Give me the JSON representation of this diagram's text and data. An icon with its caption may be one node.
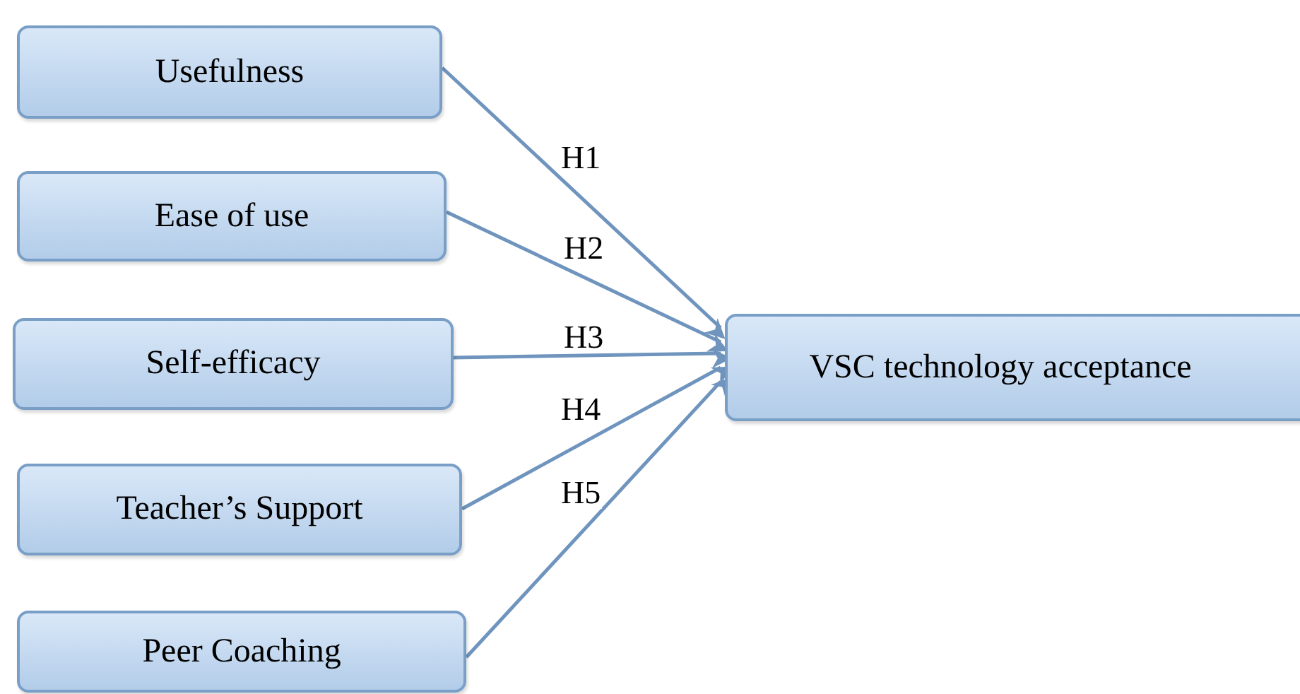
{
  "diagram": {
    "nodes": [
      {
        "text": [
          "Usefulness"
        ]
      },
      {
        "text": [
          "Ease of use"
        ]
      },
      {
        "text": [
          "Self-efficacy"
        ]
      },
      {
        "text": [
          "Teacher’s Support"
        ]
      },
      {
        "text": [
          "Peer Coaching"
        ]
      },
      {
        "text": [
          "VSC technology acceptance"
        ]
      }
    ],
    "edges": [
      {
        "from": 0,
        "to": 5,
        "arrow": "to",
        "label": "H1"
      },
      {
        "from": 1,
        "to": 5,
        "arrow": "to",
        "label": "H2"
      },
      {
        "from": 2,
        "to": 5,
        "arrow": "to",
        "label": "H3"
      },
      {
        "from": 3,
        "to": 5,
        "arrow": "to",
        "label": "H4"
      },
      {
        "from": 4,
        "to": 5,
        "arrow": "to",
        "label": "H5"
      }
    ]
  }
}
